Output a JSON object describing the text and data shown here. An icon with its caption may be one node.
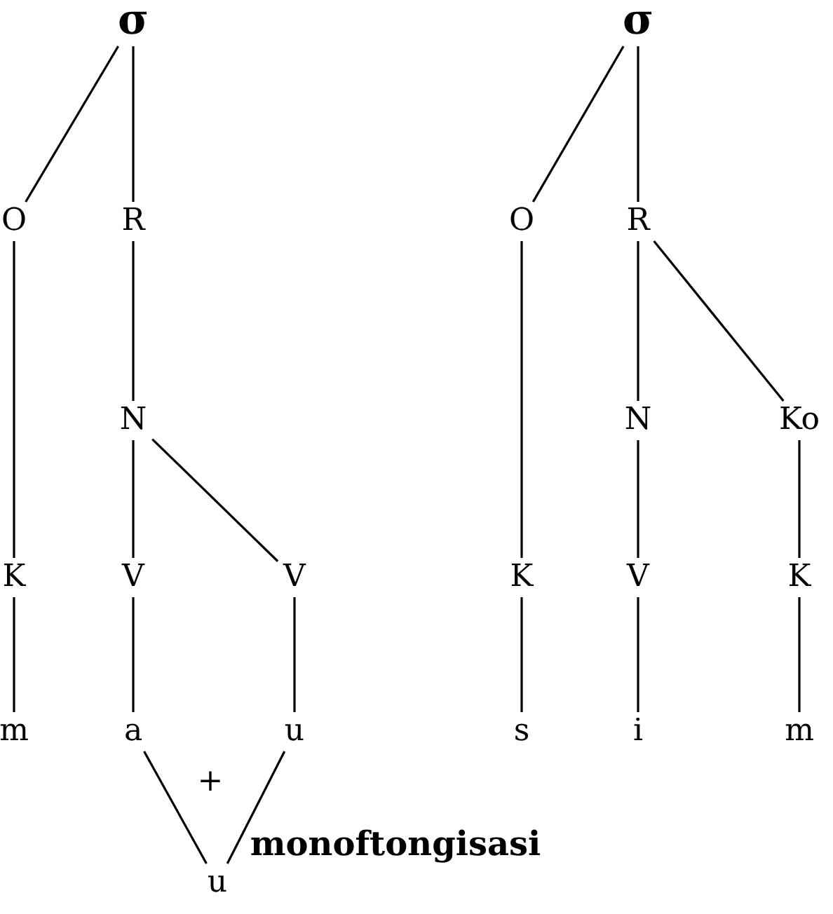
{
  "diagram": {
    "nodes": [
      {
        "text": [
          "σ"
        ]
      },
      {
        "text": [
          "O"
        ]
      },
      {
        "text": [
          "R"
        ]
      },
      {
        "text": [
          "N"
        ]
      },
      {
        "text": [
          "K"
        ]
      },
      {
        "text": [
          "V"
        ]
      },
      {
        "text": [
          "V"
        ]
      },
      {
        "text": [
          "m"
        ]
      },
      {
        "text": [
          "a"
        ]
      },
      {
        "text": [
          "u"
        ]
      },
      {
        "text": [
          "u"
        ]
      },
      {
        "text": [
          "σ"
        ]
      },
      {
        "text": [
          "O"
        ]
      },
      {
        "text": [
          "R"
        ]
      },
      {
        "text": [
          "N"
        ]
      },
      {
        "text": [
          "Ko"
        ]
      },
      {
        "text": [
          "K"
        ]
      },
      {
        "text": [
          "V"
        ]
      },
      {
        "text": [
          "K"
        ]
      },
      {
        "text": [
          "s"
        ]
      },
      {
        "text": [
          "i"
        ]
      },
      {
        "text": [
          "m"
        ]
      }
    ],
    "edges": [
      {
        "from": 0,
        "to": 1,
        "arrow": "none"
      },
      {
        "from": 0,
        "to": 2,
        "arrow": "none"
      },
      {
        "from": 1,
        "to": 4,
        "arrow": "none"
      },
      {
        "from": 4,
        "to": 7,
        "arrow": "none"
      },
      {
        "from": 2,
        "to": 3,
        "arrow": "none"
      },
      {
        "from": 3,
        "to": 5,
        "arrow": "none"
      },
      {
        "from": 3,
        "to": 6,
        "arrow": "none"
      },
      {
        "from": 5,
        "to": 8,
        "arrow": "none"
      },
      {
        "from": 6,
        "to": 9,
        "arrow": "none"
      },
      {
        "from": 8,
        "to": 10,
        "arrow": "none"
      },
      {
        "from": 9,
        "to": 10,
        "arrow": "none"
      },
      {
        "from": 11,
        "to": 12,
        "arrow": "none"
      },
      {
        "from": 11,
        "to": 13,
        "arrow": "none"
      },
      {
        "from": 13,
        "to": 14,
        "arrow": "none"
      },
      {
        "from": 13,
        "to": 15,
        "arrow": "none"
      },
      {
        "from": 12,
        "to": 16,
        "arrow": "none"
      },
      {
        "from": 14,
        "to": 17,
        "arrow": "none"
      },
      {
        "from": 15,
        "to": 18,
        "arrow": "none"
      },
      {
        "from": 16,
        "to": 19,
        "arrow": "none"
      },
      {
        "from": 17,
        "to": 20,
        "arrow": "none"
      },
      {
        "from": 18,
        "to": 21,
        "arrow": "none"
      }
    ],
    "labels": [
      "+",
      "monoftongisasi"
    ]
  }
}
